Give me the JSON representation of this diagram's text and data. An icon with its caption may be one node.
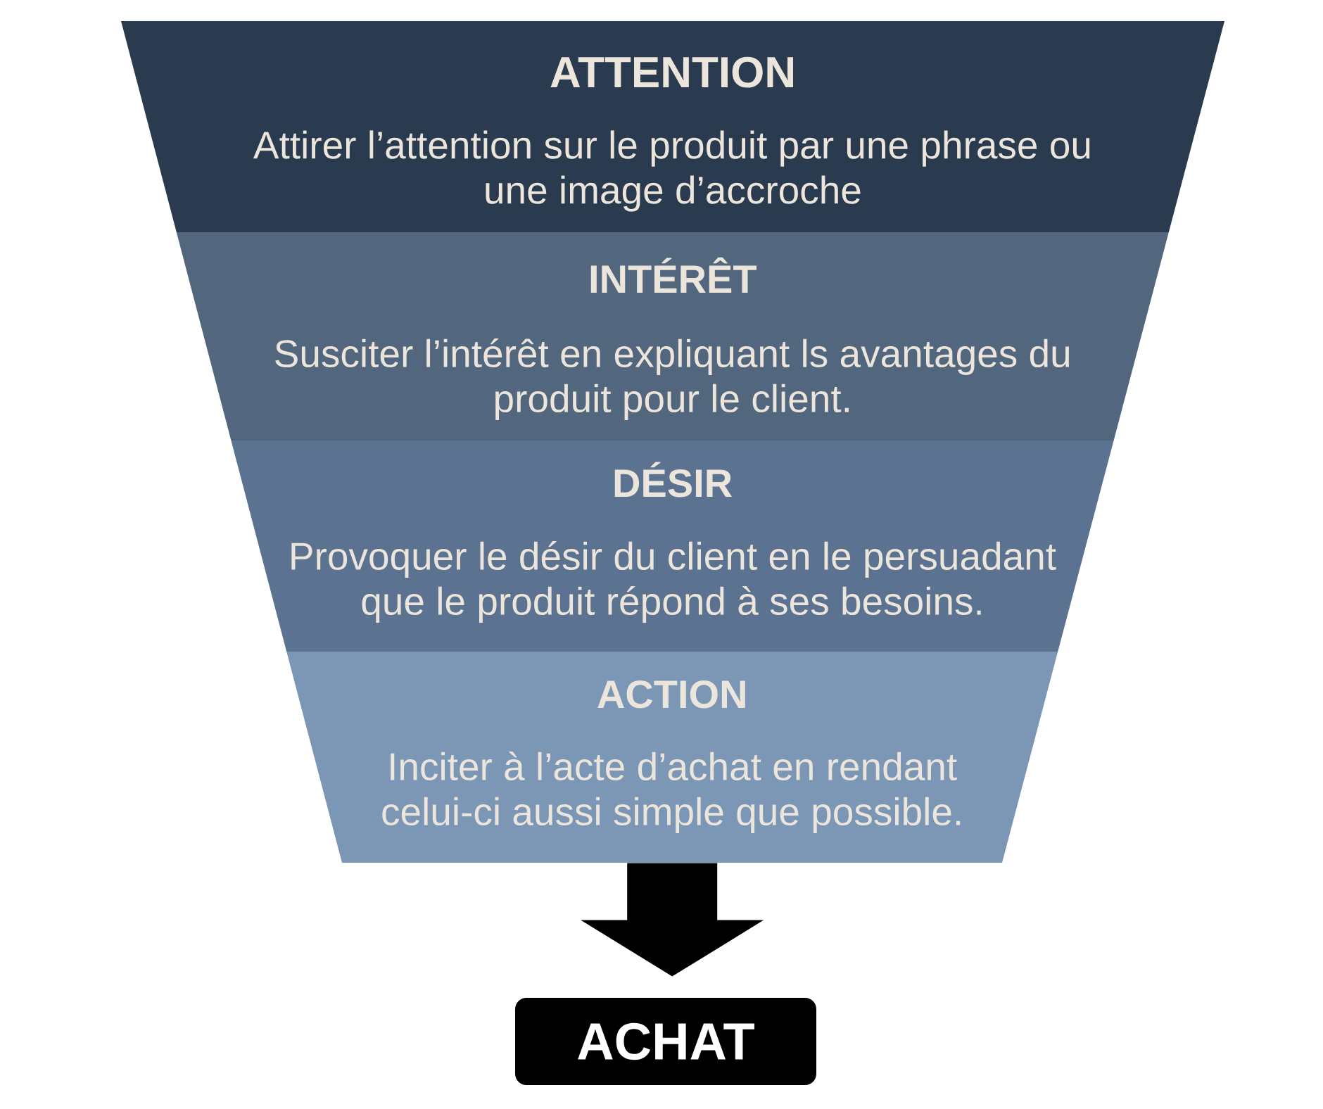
{
  "diagram": {
    "nodes": [
      {
        "text": [
          "ATTENTION",
          "Attirer l’attention sur le produit par une phrase ou une image d’accroche"
        ]
      },
      {
        "text": [
          "INTÉRÊT",
          "Susciter l’intérêt en expliquant ls avantages du produit pour le client."
        ]
      },
      {
        "text": [
          "DÉSIR",
          "Provoquer le désir du client en le persuadant que le produit répond à ses besoins."
        ]
      },
      {
        "text": [
          "ACTION",
          "Inciter à l’acte d’achat en rendant celui-ci aussi simple que possible."
        ]
      },
      {
        "text": [
          "ACHAT"
        ]
      }
    ],
    "edges": [
      {
        "from": 3,
        "to": 4,
        "arrow": "to"
      }
    ]
  }
}
